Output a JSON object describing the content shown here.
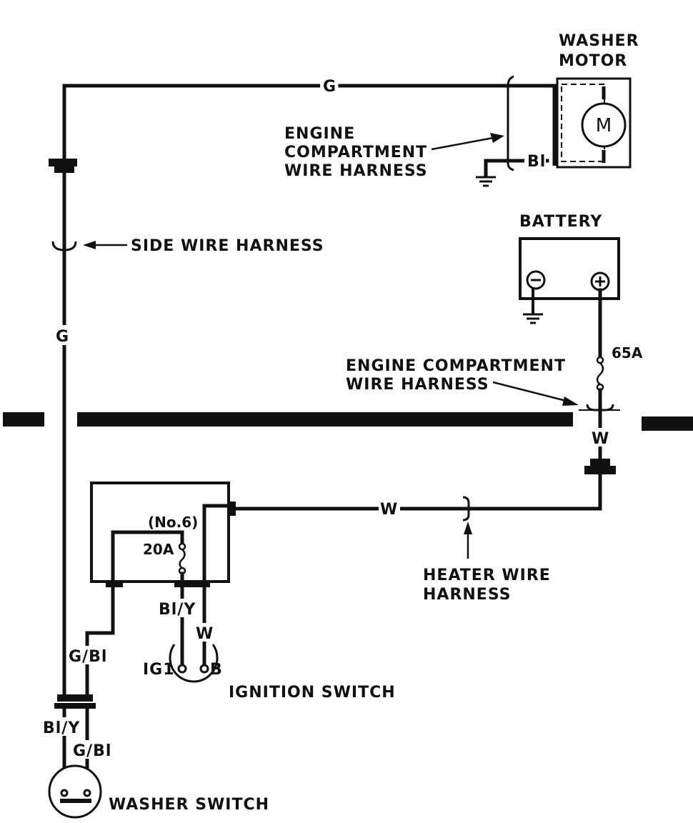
{
  "labels": {
    "washer_motor_line1": "WASHER",
    "washer_motor_line2": "MOTOR",
    "motor_symbol": "M",
    "engine_harness_top_line1": "ENGINE",
    "engine_harness_top_line2": "COMPARTMENT",
    "engine_harness_top_line3": "WIRE HARNESS",
    "side_wire_harness": "SIDE WIRE HARNESS",
    "battery": "BATTERY",
    "fuse_main": "65A",
    "engine_harness_mid_line1": "ENGINE COMPARTMENT",
    "engine_harness_mid_line2": "WIRE HARNESS",
    "fuse_no": "(No.6)",
    "fuse_20a": "20A",
    "heater_harness_line1": "HEATER WIRE",
    "heater_harness_line2": "HARNESS",
    "ignition_switch": "IGNITION SWITCH",
    "ig1": "IG1",
    "b_terminal": "B",
    "washer_switch": "WASHER SWITCH"
  },
  "wire_colors": {
    "top": "G",
    "left_vertical": "G",
    "motor_ground": "Bl",
    "battery_lead": "W",
    "heater_run": "W",
    "ignition_b": "W",
    "ignition_ig1": "Bl/Y",
    "fuse_out": "G/Bl",
    "washer_sw_left": "Bl/Y",
    "washer_sw_right": "G/Bl"
  }
}
